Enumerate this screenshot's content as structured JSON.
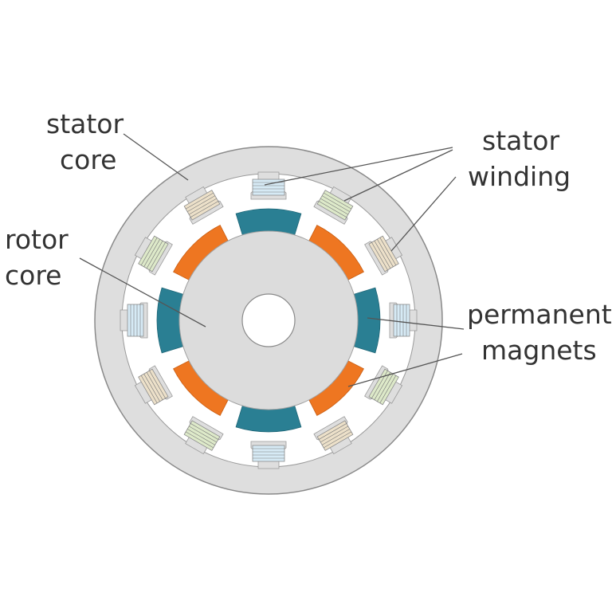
{
  "labels": {
    "stator_core": [
      "stator",
      "core"
    ],
    "stator_winding": [
      "stator",
      "winding"
    ],
    "rotor_core": [
      "rotor",
      "core"
    ],
    "permanent_magnets": [
      "permanent",
      "magnets"
    ]
  },
  "colors": {
    "stator_core": "#dedede",
    "stator_core_edge": "#8a8a8a",
    "air_gap": "#ffffff",
    "rotor_core": "#dcdcdc",
    "magnet_teal": "#2a7f93",
    "magnet_orange": "#ee7621",
    "winding_blue": "#d6eaf5",
    "winding_green": "#dde9c9",
    "winding_beige": "#ece0c9",
    "text": "#333333"
  },
  "counts": {
    "stator_slots": 12,
    "rotor_poles": 8
  }
}
